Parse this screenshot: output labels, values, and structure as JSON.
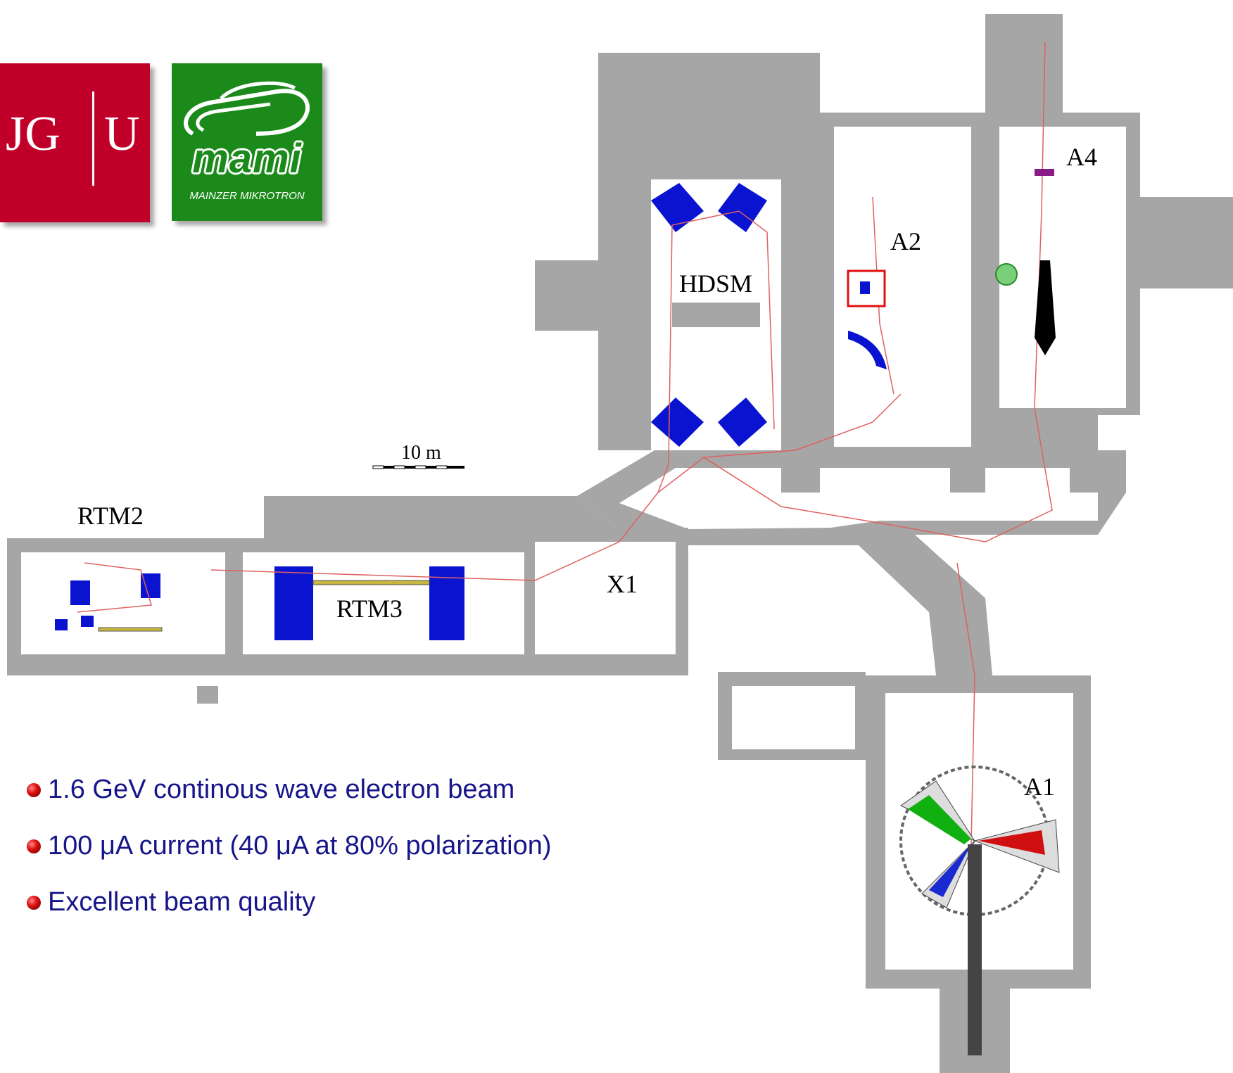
{
  "logos": {
    "jgu": {
      "left_text": "JG",
      "right_text": "U",
      "color": "#c1002a"
    },
    "mami": {
      "word": "mami",
      "subtitle": "MAINZER MIKROTRON",
      "color": "#1b8a1a"
    }
  },
  "plan": {
    "scale_label": "10 m",
    "halls": {
      "rtm2": "RTM2",
      "rtm3": "RTM3",
      "x1": "X1",
      "hdsm": "HDSM",
      "a2": "A2",
      "a4": "A4",
      "a1": "A1"
    },
    "colors": {
      "wall": "#a6a6a6",
      "magnet": "#0a14d0",
      "beamline": "#e06060",
      "spectrometer_green": "#10b010",
      "spectrometer_red": "#d01010",
      "spectrometer_blue": "#1a2ad0"
    }
  },
  "bullets": [
    {
      "text": "1.6 GeV continous wave electron beam"
    },
    {
      "text": "100 μA current (40 μA at 80% polarization)"
    },
    {
      "text": "Excellent beam quality"
    }
  ],
  "bullet_icon": "red-ball-icon"
}
